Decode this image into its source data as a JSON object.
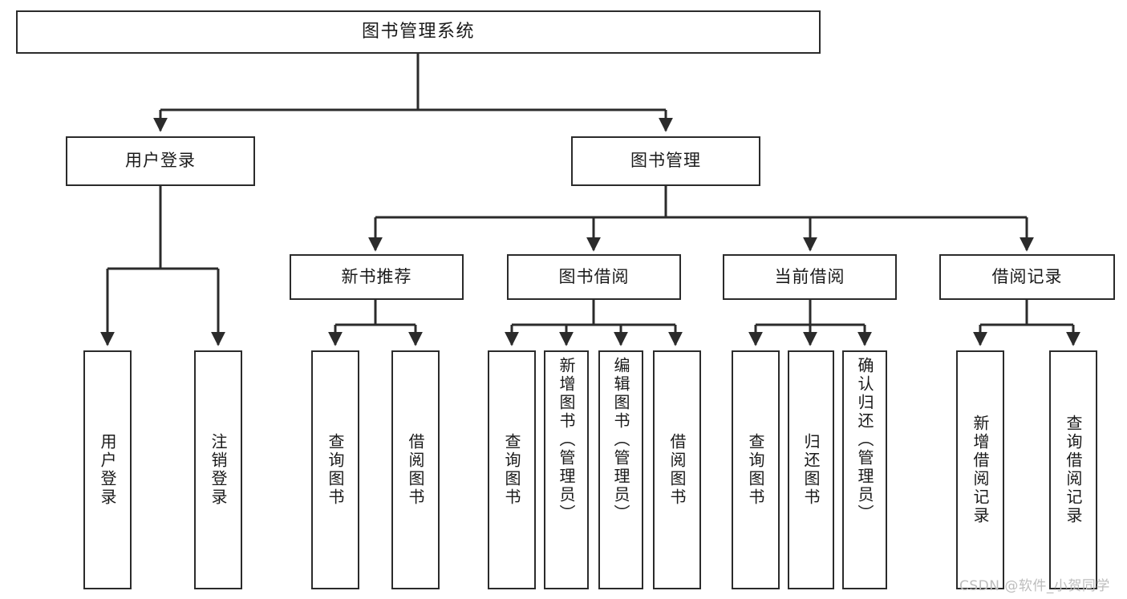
{
  "diagram": {
    "title": "图书管理系统",
    "type": "tree-hierarchy-diagram",
    "colors": {
      "box_border": "#2b2b2b",
      "box_fill": "#ffffff",
      "edge": "#2b2b2b",
      "text": "#1a1a1a",
      "watermark": "#bdbdbd",
      "background": "#ffffff"
    }
  },
  "root": {
    "label": "图书管理系统"
  },
  "level1": [
    {
      "label": "用户登录"
    },
    {
      "label": "图书管理"
    }
  ],
  "level2": [
    {
      "label": "新书推荐"
    },
    {
      "label": "图书借阅"
    },
    {
      "label": "当前借阅"
    },
    {
      "label": "借阅记录"
    }
  ],
  "leaves": {
    "user_login": [
      {
        "label": "用户登录"
      },
      {
        "label": "注销登录"
      }
    ],
    "new_book": [
      {
        "label": "查询图书"
      },
      {
        "label": "借阅图书"
      }
    ],
    "borrow_book": [
      {
        "label": "查询图书"
      },
      {
        "label": "新增图书（管理员）"
      },
      {
        "label": "编辑图书（管理员）"
      },
      {
        "label": "借阅图书"
      }
    ],
    "current_borrow": [
      {
        "label": "查询图书"
      },
      {
        "label": "归还图书"
      },
      {
        "label": "确认归还（管理员）"
      }
    ],
    "borrow_record": [
      {
        "label": "新增借阅记录"
      },
      {
        "label": "查询借阅记录"
      }
    ]
  },
  "watermark": {
    "text": "CSDN @软件_小贺同学"
  }
}
